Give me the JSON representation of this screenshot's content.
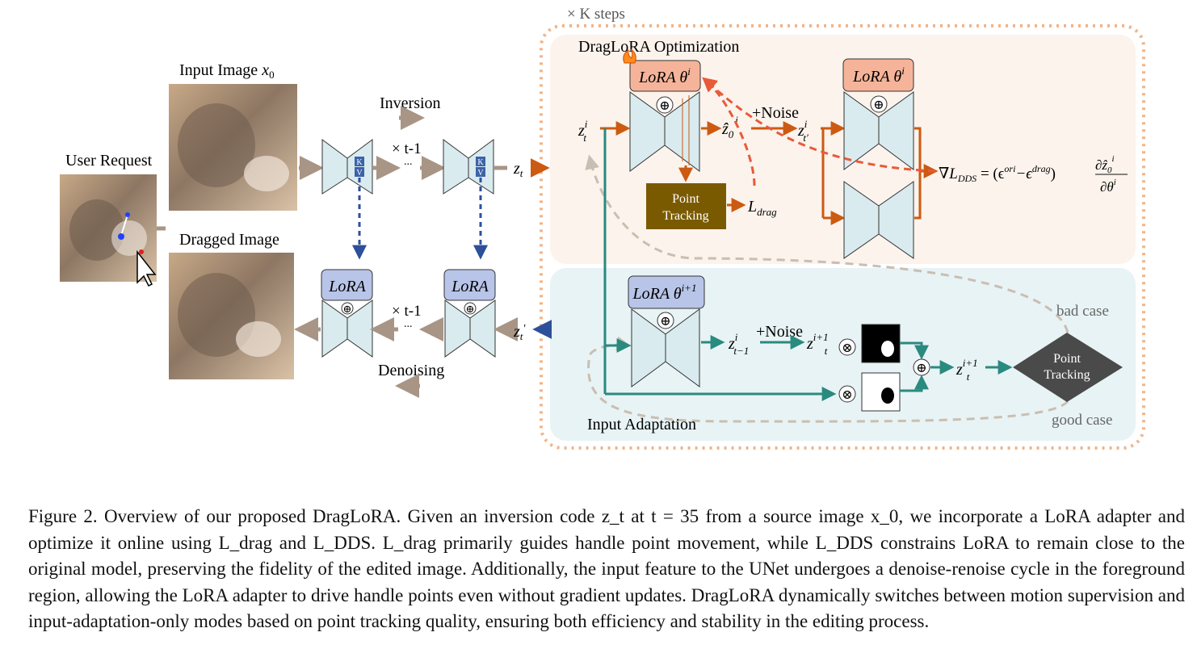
{
  "labels": {
    "user_request": "User Request",
    "input_image": "Input Image",
    "input_image_var": "x",
    "input_image_sub": "0",
    "dragged_image": "Dragged Image",
    "inversion": "Inversion",
    "denoising": "Denoising",
    "times_t1_top": "× t-1",
    "times_t1_bottom": "× t-1",
    "ellipsis": "...",
    "k_letter": "K",
    "v_letter": "V",
    "zt": "z",
    "zt_sub": "t",
    "zt_prime": "z",
    "zt_prime_sub": "t",
    "zt_prime_mark": "′",
    "k_steps": "× K steps",
    "draglora_optimization": "DragLoRA Optimization",
    "lora_theta_i": "LoRA θ",
    "lora_theta_i_sup": "i",
    "lora_theta_i2": "LoRA θ",
    "lora_theta_i2_sup": "i",
    "lora_theta_i1": "LoRA θ",
    "lora_theta_i1_sup": "i+1",
    "lora_left_top": "LoRA",
    "lora_left_bottom": "LoRA",
    "plus_noise_1": "+Noise",
    "plus_noise_2": "+Noise",
    "point_tracking_1": "Point",
    "point_tracking_2": "Tracking",
    "point_tracking_d1": "Point",
    "point_tracking_d2": "Tracking",
    "l_drag": "L",
    "l_drag_sub": "drag",
    "grad_formula": "∇L",
    "grad_sub": "DDS",
    "grad_eq": "= (ϵ",
    "grad_ori": "ori",
    "grad_minus": "−ϵ",
    "grad_drag": "drag",
    "grad_close": ")",
    "grad_num": "∂ẑ",
    "grad_num_sup": "i",
    "grad_num_sub": "0",
    "grad_den": "∂θ",
    "grad_den_sup": "i",
    "z_hat0": "ẑ",
    "z_hat0_sub": "0",
    "z_hat0_sup": "i",
    "zti_sub": "t",
    "zti_sup": "i",
    "ztp_sub": "t′",
    "ztp_sup": "i",
    "zt1_sub": "t−1",
    "zt1_sup": "i",
    "zti1_sub": "t",
    "zti1_sup": "i+1",
    "zout_sub": "t",
    "zout_sup": "i+1",
    "input_adaptation": "Input Adaptation",
    "bad_case": "bad case",
    "good_case": "good case",
    "oplus": "⊕",
    "otimes": "⊗"
  },
  "caption": {
    "text": "Figure 2. Overview of our proposed DragLoRA. Given an inversion code z_t at t = 35 from a source image x_0, we incorporate a LoRA adapter and optimize it online using L_drag and L_DDS. L_drag primarily guides handle point movement, while L_DDS constrains LoRA to remain close to the original model, preserving the fidelity of the edited image. Additionally, the input feature to the UNet undergoes a denoise-renoise cycle in the foreground region, allowing the LoRA adapter to drive handle points even without gradient updates. DragLoRA dynamically switches between motion supervision and input-adaptation-only modes based on point tracking quality, ensuring both efficiency and stability in the editing process."
  },
  "colors": {
    "orange_arrow": "#cc5a12",
    "teal_arrow": "#2a8a7f",
    "tan_arrow": "#a89585",
    "blue_dashed": "#2e4f9a",
    "red_dashed": "#e85a3a",
    "gray_dashed": "#c9beb2",
    "lora_orange": "#f5b49a",
    "lora_blue": "#b8c4e8",
    "unet_fill": "#d9ebee",
    "point_tracking_box": "#7a5a00",
    "point_tracking_diamond": "#4a4a4a",
    "opt_panel": "#fbf3ec",
    "adapt_panel": "#e8f3f5",
    "kstep_border": "#f0b58a"
  }
}
